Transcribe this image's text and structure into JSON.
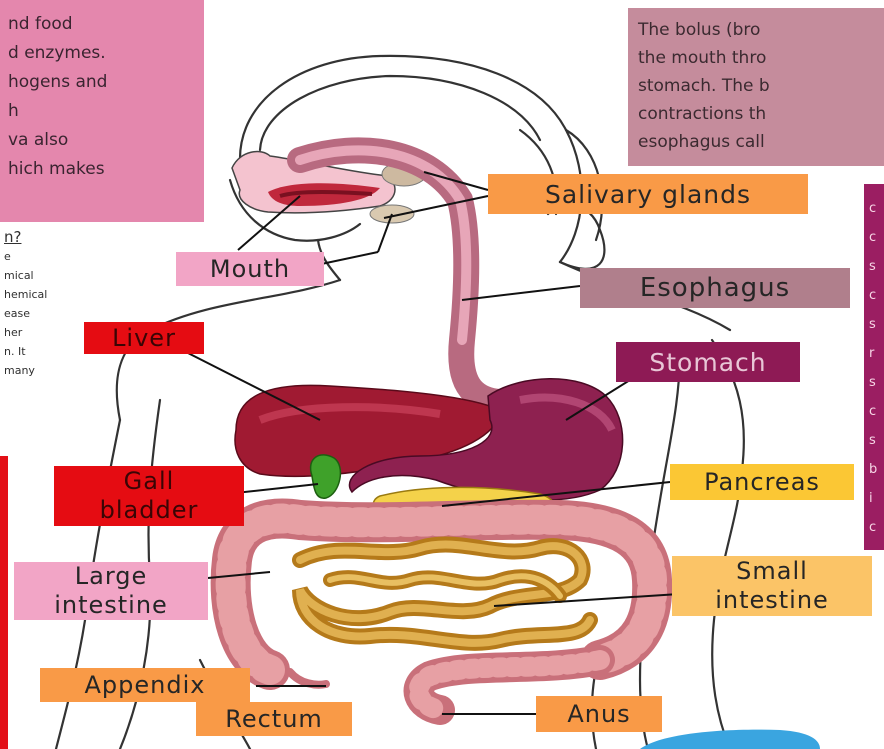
{
  "top_left_text": {
    "lines": [
      "nd food",
      "d enzymes.",
      "hogens and",
      "h",
      "va also",
      "hich makes"
    ]
  },
  "top_right_text": {
    "lines": [
      "The bolus (bro",
      "the mouth thro",
      "stomach. The b",
      "contractions th",
      "esophagus call"
    ]
  },
  "right_text": {
    "lines": [
      "c",
      "c",
      "s",
      "c",
      "s",
      "r",
      "s",
      "c",
      "s",
      "b",
      "i",
      "c"
    ]
  },
  "left_text": {
    "lines": [
      "n?",
      "e",
      "mical",
      "hemical",
      "ease",
      "her",
      "n. It",
      "many"
    ]
  },
  "labels": {
    "mouth": "Mouth",
    "salivary_glands": "Salivary glands",
    "esophagus": "Esophagus",
    "liver": "Liver",
    "stomach": "Stomach",
    "gall_bladder": [
      "Gall",
      "bladder"
    ],
    "pancreas": "Pancreas",
    "large_intestine": [
      "Large",
      "intestine"
    ],
    "small_intestine": [
      "Small",
      "intestine"
    ],
    "appendix": "Appendix",
    "rectum": "Rectum",
    "anus": "Anus"
  },
  "colors": {
    "pink_box": "#e487ad",
    "mauve_box": "#c58c9c",
    "magenta_box": "#9b1e62",
    "red_label": "#e50c12",
    "orange_label": "#f99a47",
    "yellow_label": "#fbc734",
    "pink_label": "#f2a5c6",
    "mauve_label": "#b07f8c",
    "purple_label": "#8e1a55"
  }
}
